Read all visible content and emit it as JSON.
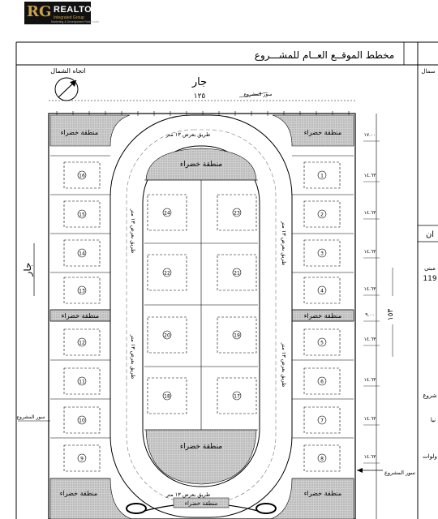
{
  "logo": {
    "mark": "RG",
    "name": "REALTORS",
    "subtitle": "Integrated Group",
    "tagline": "Marketing & Development Real Estate"
  },
  "title": "مخطط الموقــع العــام للمشـــروع",
  "north_label": "اتجاه الشمال",
  "neighbor_top": "جار",
  "neighbor_left": "جار",
  "top_dimension": "١٢٥",
  "right_dimension": "١٥٣",
  "fence_label": "سور المشروع",
  "green_label": "منطقة خضراء",
  "road_label": "طريق بعرض ١٣ متر",
  "right_column_dims": [
    "١٧.٠٠",
    "١٤.٦٣",
    "١٤.٦٣",
    "١٤.٦٣",
    "١٤.٦٣",
    "٩.٠٠",
    "١٤.٦٣",
    "١٤.٦٣",
    "١٤.٦٣",
    "١٤.٦٣"
  ],
  "left_lots": [
    "16",
    "15",
    "14",
    "13",
    "12",
    "11",
    "10",
    "9"
  ],
  "right_lots": [
    "8",
    "7",
    "6",
    "5",
    "4",
    "3",
    "2",
    "1"
  ],
  "center_lots": [
    "24",
    "23",
    "22",
    "21",
    "20",
    "19",
    "18",
    "17"
  ],
  "side_panel": {
    "label_top": "سمال",
    "label_mid": "ان",
    "value_text": "مبنى",
    "value_num": "119",
    "label_r1": "شروع",
    "label_r2": "نيا",
    "label_r3": "ولوات"
  }
}
